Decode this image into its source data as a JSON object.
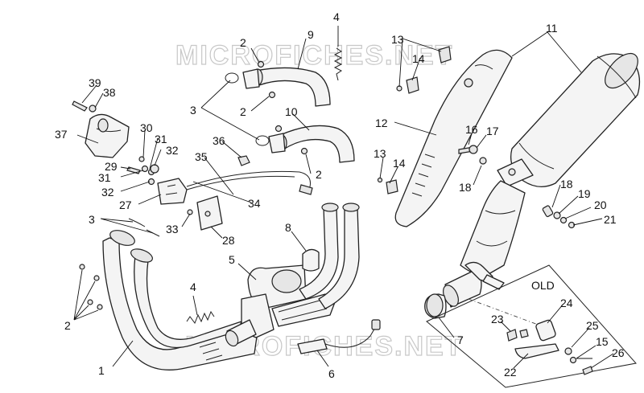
{
  "watermark": "MICROFICHES.NET",
  "inset_label": "OLD",
  "callouts": [
    {
      "id": "c1",
      "text": "1"
    },
    {
      "id": "c2a",
      "text": "2"
    },
    {
      "id": "c2b",
      "text": "2"
    },
    {
      "id": "c2c",
      "text": "2"
    },
    {
      "id": "c2d",
      "text": "2"
    },
    {
      "id": "c3a",
      "text": "3"
    },
    {
      "id": "c3b",
      "text": "3"
    },
    {
      "id": "c4a",
      "text": "4"
    },
    {
      "id": "c4b",
      "text": "4"
    },
    {
      "id": "c5",
      "text": "5"
    },
    {
      "id": "c6",
      "text": "6"
    },
    {
      "id": "c7",
      "text": "7"
    },
    {
      "id": "c8",
      "text": "8"
    },
    {
      "id": "c9",
      "text": "9"
    },
    {
      "id": "c10",
      "text": "10"
    },
    {
      "id": "c11",
      "text": "11"
    },
    {
      "id": "c12",
      "text": "12"
    },
    {
      "id": "c13a",
      "text": "13"
    },
    {
      "id": "c13b",
      "text": "13"
    },
    {
      "id": "c14a",
      "text": "14"
    },
    {
      "id": "c14b",
      "text": "14"
    },
    {
      "id": "c15",
      "text": "15"
    },
    {
      "id": "c16",
      "text": "16"
    },
    {
      "id": "c17",
      "text": "17"
    },
    {
      "id": "c18a",
      "text": "18"
    },
    {
      "id": "c18b",
      "text": "18"
    },
    {
      "id": "c19",
      "text": "19"
    },
    {
      "id": "c20",
      "text": "20"
    },
    {
      "id": "c21",
      "text": "21"
    },
    {
      "id": "c22",
      "text": "22"
    },
    {
      "id": "c23",
      "text": "23"
    },
    {
      "id": "c24",
      "text": "24"
    },
    {
      "id": "c25",
      "text": "25"
    },
    {
      "id": "c26",
      "text": "26"
    },
    {
      "id": "c27",
      "text": "27"
    },
    {
      "id": "c28",
      "text": "28"
    },
    {
      "id": "c29",
      "text": "29"
    },
    {
      "id": "c30",
      "text": "30"
    },
    {
      "id": "c31a",
      "text": "31"
    },
    {
      "id": "c31b",
      "text": "31"
    },
    {
      "id": "c32a",
      "text": "32"
    },
    {
      "id": "c32b",
      "text": "32"
    },
    {
      "id": "c33",
      "text": "33"
    },
    {
      "id": "c34",
      "text": "34"
    },
    {
      "id": "c35",
      "text": "35"
    },
    {
      "id": "c36",
      "text": "36"
    },
    {
      "id": "c37",
      "text": "37"
    },
    {
      "id": "c38",
      "text": "38"
    },
    {
      "id": "c39",
      "text": "39"
    }
  ]
}
